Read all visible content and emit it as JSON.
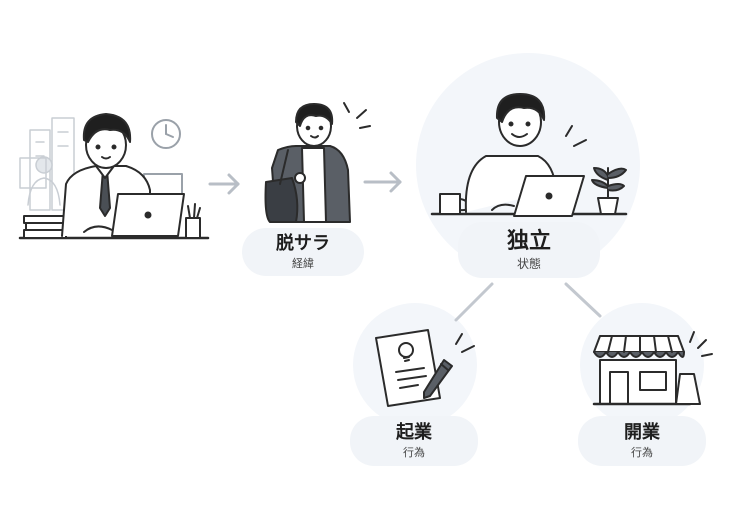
{
  "nodes": {
    "dassara": {
      "title": "脱サラ",
      "sub": "経緯"
    },
    "dokuritsu": {
      "title": "独立",
      "sub": "状態"
    },
    "kigyo": {
      "title": "起業",
      "sub": "行為"
    },
    "kaigyo": {
      "title": "開業",
      "sub": "行為"
    }
  },
  "colors": {
    "line": "#2b2b2b",
    "pill": "#f1f4f8",
    "circle": "#f3f6fa",
    "arrow": "#b8bec6",
    "connector": "#c3c8cf"
  }
}
